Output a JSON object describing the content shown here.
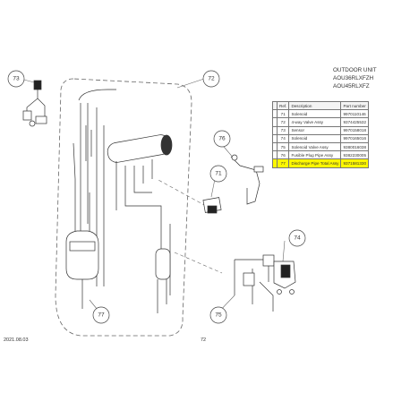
{
  "header": {
    "title_line1": "OUTDOOR UNIT",
    "title_line2": "AOU36RLXFZH",
    "title_line3": "AOU45RLXFZ"
  },
  "table": {
    "headers": [
      "Ref.",
      "Description",
      "Part number"
    ],
    "rows": [
      {
        "ref": "71",
        "desc": "Solenoid",
        "pn": "9970110146",
        "highlight": false
      },
      {
        "ref": "72",
        "desc": "4-way Valve Assy",
        "pn": "9374425532",
        "highlight": false
      },
      {
        "ref": "73",
        "desc": "Sensor",
        "pn": "9970158018",
        "highlight": false
      },
      {
        "ref": "74",
        "desc": "Solenoid",
        "pn": "9970165016",
        "highlight": false
      },
      {
        "ref": "75",
        "desc": "Solenoid Valve Assy",
        "pn": "9380016038",
        "highlight": false
      },
      {
        "ref": "76",
        "desc": "Fusible Plug Pipe Assy",
        "pn": "9382230005",
        "highlight": false
      },
      {
        "ref": "77",
        "desc": "Discharge Pipe Total Assy",
        "pn": "9371581330",
        "highlight": true
      }
    ]
  },
  "callouts": {
    "c71": "71",
    "c72": "72",
    "c73": "73",
    "c74": "74",
    "c75": "75",
    "c76": "76",
    "c77": "77"
  },
  "footer": {
    "date": "2021.08.03",
    "page": "72"
  },
  "colors": {
    "highlight": "#fff800",
    "line": "#555555"
  }
}
